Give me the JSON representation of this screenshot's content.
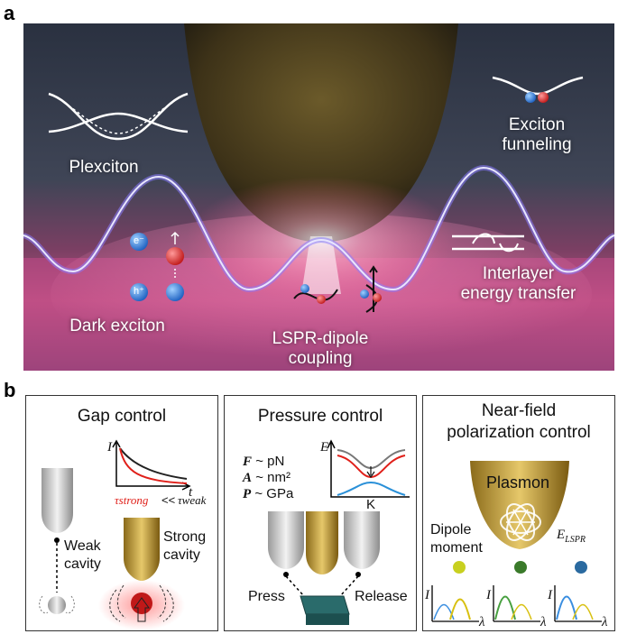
{
  "panel_a": {
    "letter": "a",
    "labels": {
      "plexciton": "Plexciton",
      "exciton_funneling_1": "Exciton",
      "exciton_funneling_2": "funneling",
      "interlayer_1": "Interlayer",
      "interlayer_2": "energy transfer",
      "dark_exciton": "Dark exciton",
      "lspr_1": "LSPR-dipole",
      "lspr_2": "coupling",
      "electron": "e⁻",
      "hole": "h⁺"
    }
  },
  "panel_b": {
    "letter": "b",
    "gap": {
      "title": "Gap control",
      "axis_i": "I",
      "axis_t": "t",
      "tau_strong": "τstrong",
      "tau_relation": "<<",
      "tau_weak": "τweak",
      "weak_1": "Weak",
      "weak_2": "cavity",
      "strong_1": "Strong",
      "strong_2": "cavity"
    },
    "pressure": {
      "title": "Pressure control",
      "f_sym": "F",
      "f_val": "~ pN",
      "a_sym": "A",
      "a_val": "~ nm²",
      "p_sym": "P",
      "p_val": "~ GPa",
      "axis_e": "E",
      "axis_k": "K",
      "press": "Press",
      "release": "Release"
    },
    "polarization": {
      "title_1": "Near-field",
      "title_2": "polarization control",
      "plasmon": "Plasmon",
      "dipole_1": "Dipole",
      "dipole_2": "moment",
      "e_lspr": "E",
      "e_lspr_sub": "LSPR",
      "axis_i": "I",
      "axis_lambda": "λ"
    }
  }
}
